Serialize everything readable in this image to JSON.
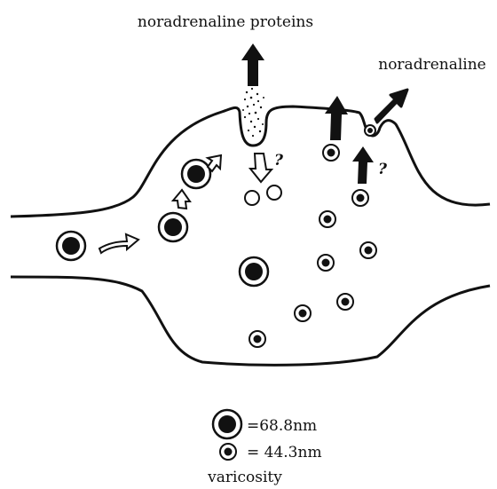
{
  "labels": {
    "top_label": "noradrenaline proteins",
    "right_label": "noradrenaline",
    "question_mark": "?",
    "legend_large": "=68.8nm",
    "legend_small": "= 44.3nm",
    "caption": "varicosity"
  },
  "colors": {
    "ink": "#111111",
    "background": "#ffffff"
  }
}
